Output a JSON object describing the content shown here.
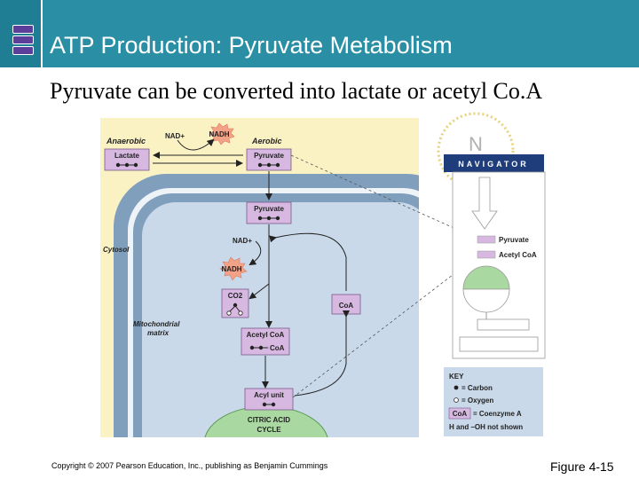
{
  "slide": {
    "title": "ATP Production: Pyruvate Metabolism",
    "subtitle": "Pyruvate can be converted into lactate or acetyl Co.A",
    "copyright": "Copyright © 2007 Pearson Education, Inc., publishing as Benjamin Cummings",
    "figure_label": "Figure 4-15"
  },
  "diagram": {
    "anaerobic": "Anaerobic",
    "aerobic": "Aerobic",
    "nad_top": "NAD+",
    "nadh_top": "NADH",
    "lactate": "Lactate",
    "pyruvate_top": "Pyruvate",
    "pyruvate_mid": "Pyruvate",
    "cytosol": "Cytosol",
    "nad_mid": "NAD+",
    "nadh_mid": "NADH",
    "co2": "CO2",
    "coa": "CoA",
    "mito_matrix_1": "Mitochondrial",
    "mito_matrix_2": "matrix",
    "acetyl_coa": "Acetyl CoA",
    "coa_attached": "CoA",
    "acyl_unit": "Acyl unit",
    "citric_1": "CITRIC ACID",
    "citric_2": "CYCLE"
  },
  "navigator": {
    "letter": "N",
    "label": "NAVIGATOR",
    "pyruvate": "Pyruvate",
    "acetyl_coa": "Acetyl CoA"
  },
  "key": {
    "title": "KEY",
    "carbon": "= Carbon",
    "oxygen": "= Oxygen",
    "coa_box": "CoA",
    "coenzyme": "= Coenzyme A",
    "note": "H and –OH not shown"
  },
  "colors": {
    "title_bar": "#2a8fa5",
    "cytosol_bg": "#fbf2c4",
    "mito_membrane": "#7f9fbd",
    "mito_matrix": "#c9d9e9",
    "molecule_box": "#d6b8e0",
    "nadh_burst": "#f4a287",
    "citric_green": "#a9d9a0"
  }
}
